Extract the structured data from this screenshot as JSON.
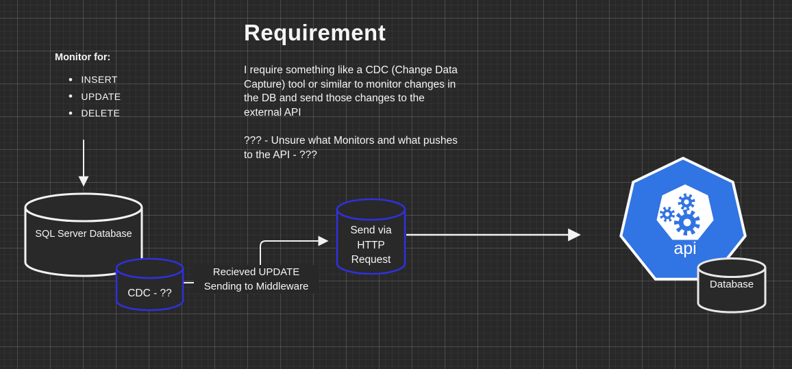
{
  "title": "Requirement",
  "notes": {
    "para1": "I require something like a CDC (Change Data\nCapture) tool or similar to monitor changes in\nthe DB and send those changes to the\nexternal API",
    "para2": "??? - Unsure what Monitors and what pushes\nto the API - ???"
  },
  "monitor": {
    "heading": "Monitor for:",
    "items": [
      "INSERT",
      "UPDATE",
      "DELETE"
    ]
  },
  "nodes": {
    "sql_db": {
      "label": "SQL Server Database"
    },
    "cdc": {
      "label": "CDC - ??"
    },
    "http": {
      "label": "Send via\nHTTP\nRequest"
    },
    "api": {
      "label": "api"
    },
    "ext_db": {
      "label": "Database"
    }
  },
  "edges": {
    "cdc_to_http_label": "Recieved UPDATE\nSending to Middleware"
  },
  "colors": {
    "canvas_bg": "#282828",
    "shape_fill": "#292929",
    "white_stroke": "#f2f2f2",
    "blue_stroke": "#3030e0",
    "k8s_blue": "#3174e3",
    "icon_white": "#ffffff",
    "text": "#f5f5f5"
  }
}
